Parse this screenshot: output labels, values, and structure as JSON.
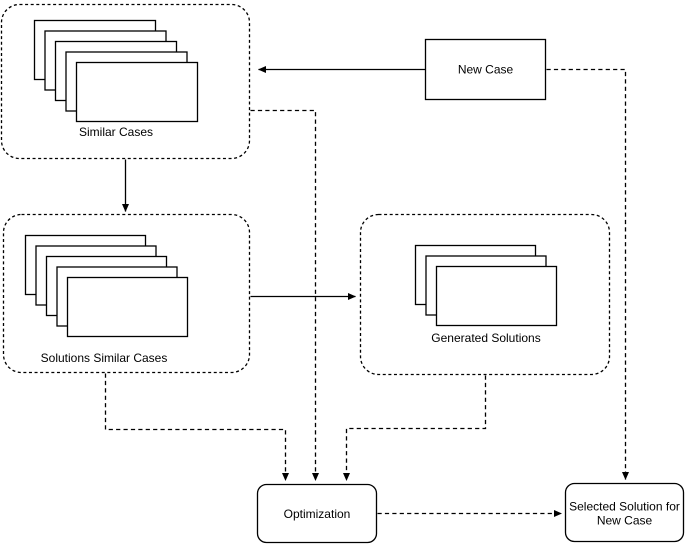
{
  "diagram": {
    "type": "flowchart",
    "background_color": "#ffffff",
    "stroke_color": "#000000",
    "nodes": {
      "similar_cases": {
        "label": "Similar Cases",
        "kind": "dashed-rounded-container",
        "stack_count": 5
      },
      "new_case": {
        "label": "New Case",
        "kind": "rectangle"
      },
      "solutions_similar_cases": {
        "label": "Solutions Similar Cases",
        "kind": "dashed-rounded-container",
        "stack_count": 5
      },
      "generated_solutions": {
        "label": "Generated Solutions",
        "kind": "dashed-rounded-container",
        "stack_count": 3
      },
      "optimization": {
        "label": "Optimization",
        "kind": "rounded-rectangle"
      },
      "selected_solution": {
        "label": "Selected Solution for New Case",
        "line1": "Selected Solution for",
        "line2": "New Case",
        "kind": "rounded-rectangle"
      }
    },
    "edges": [
      {
        "from": "new_case",
        "to": "similar_cases",
        "style": "solid",
        "arrow": true
      },
      {
        "from": "similar_cases",
        "to": "solutions_similar_cases",
        "style": "solid",
        "arrow": true
      },
      {
        "from": "solutions_similar_cases",
        "to": "generated_solutions",
        "style": "solid",
        "arrow": true
      },
      {
        "from": "new_case",
        "to": "selected_solution",
        "style": "dashed",
        "arrow": true
      },
      {
        "from": "similar_cases",
        "to": "optimization",
        "style": "dashed",
        "arrow": true
      },
      {
        "from": "solutions_similar_cases",
        "to": "optimization",
        "style": "dashed",
        "arrow": true
      },
      {
        "from": "generated_solutions",
        "to": "optimization",
        "style": "dashed",
        "arrow": true
      },
      {
        "from": "optimization",
        "to": "selected_solution",
        "style": "dashed",
        "arrow": true
      }
    ]
  }
}
